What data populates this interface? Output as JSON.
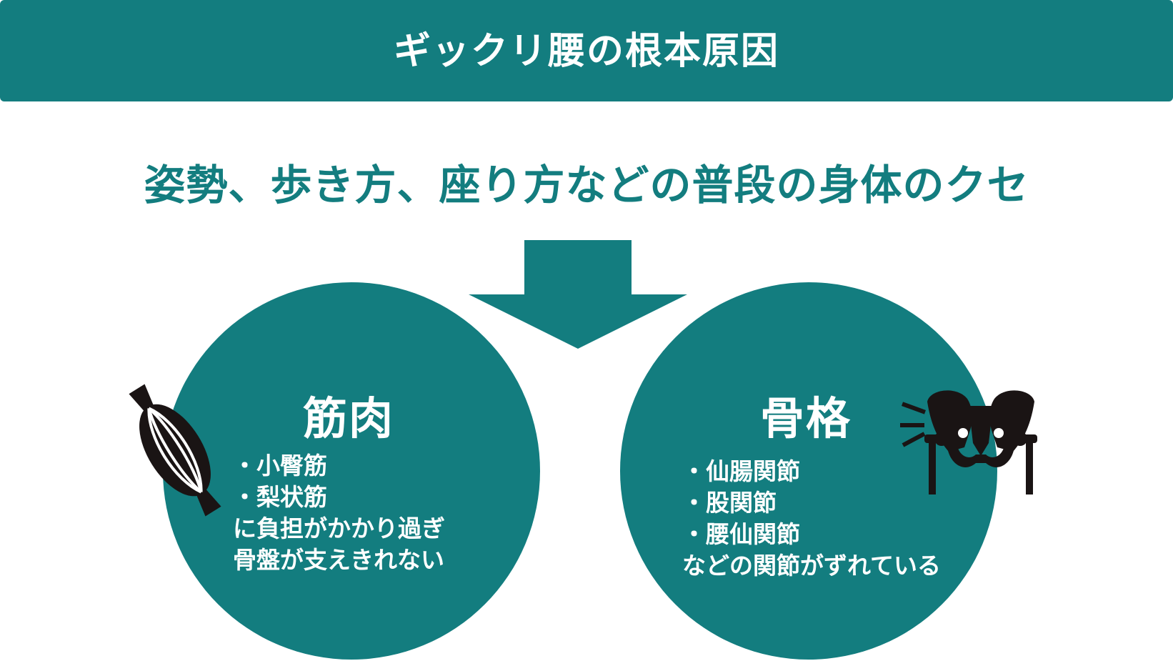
{
  "header": {
    "title": "ギックリ腰の根本原因"
  },
  "subtitle": "姿勢、歩き方、座り方などの普段の身体のクセ",
  "colors": {
    "teal": "#137d7f",
    "icon": "#1a1414",
    "text_on_teal": "#ffffff"
  },
  "muscle": {
    "title": "筋肉",
    "lines": [
      "・小臀筋",
      "・梨状筋",
      "に負担がかかり過ぎ",
      "骨盤が支えきれない"
    ],
    "icon": "muscle-icon"
  },
  "skeleton": {
    "title": "骨格",
    "lines": [
      "・仙腸関節",
      "・股関節",
      "・腰仙関節",
      "などの関節がずれている"
    ],
    "icon": "pelvis-icon"
  }
}
